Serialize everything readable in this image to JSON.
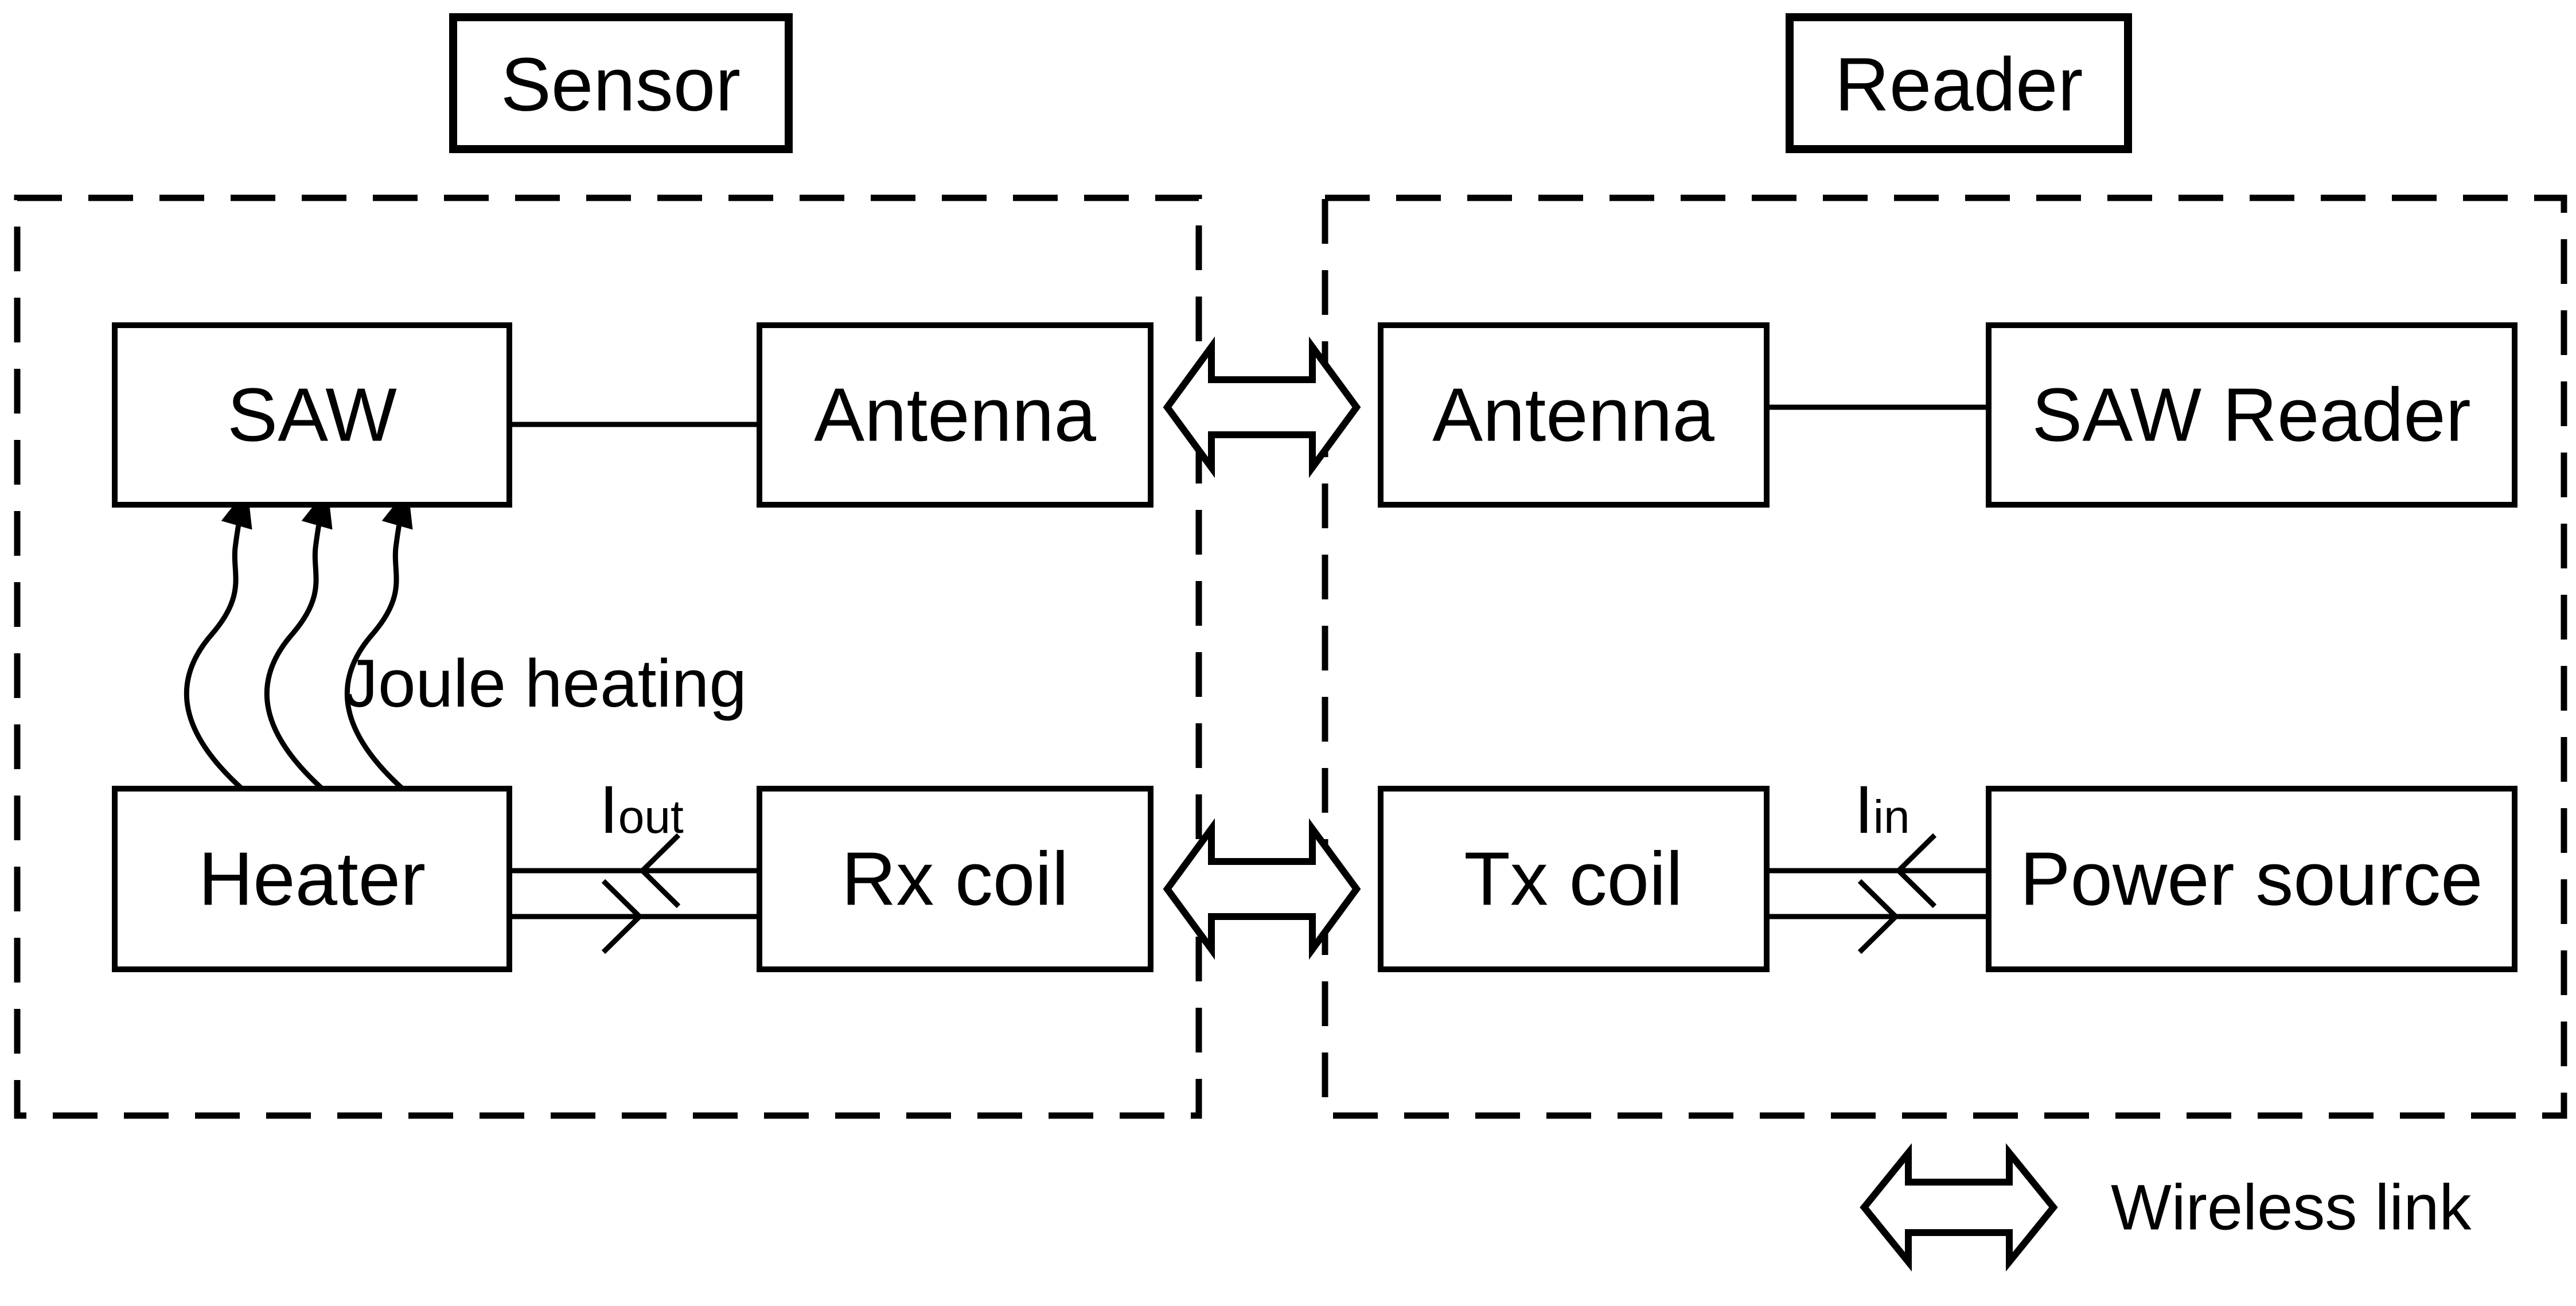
{
  "figure": {
    "colors": {
      "ink": "#000000",
      "background": "#ffffff"
    },
    "sensor": {
      "title": "Sensor",
      "blocks": {
        "saw": "SAW",
        "antenna": "Antenna",
        "heater": "Heater",
        "rx_coil": "Rx coil"
      },
      "joule_heating_label": "Joule heating",
      "output_current": {
        "symbol": "I",
        "subscript": "out"
      }
    },
    "reader": {
      "title": "Reader",
      "blocks": {
        "antenna": "Antenna",
        "saw_reader": "SAW Reader",
        "tx_coil": "Tx coil",
        "power_source": "Power source"
      },
      "input_current": {
        "symbol": "I",
        "subscript": "in"
      }
    },
    "legend": {
      "wireless_link_label": "Wireless link"
    }
  }
}
